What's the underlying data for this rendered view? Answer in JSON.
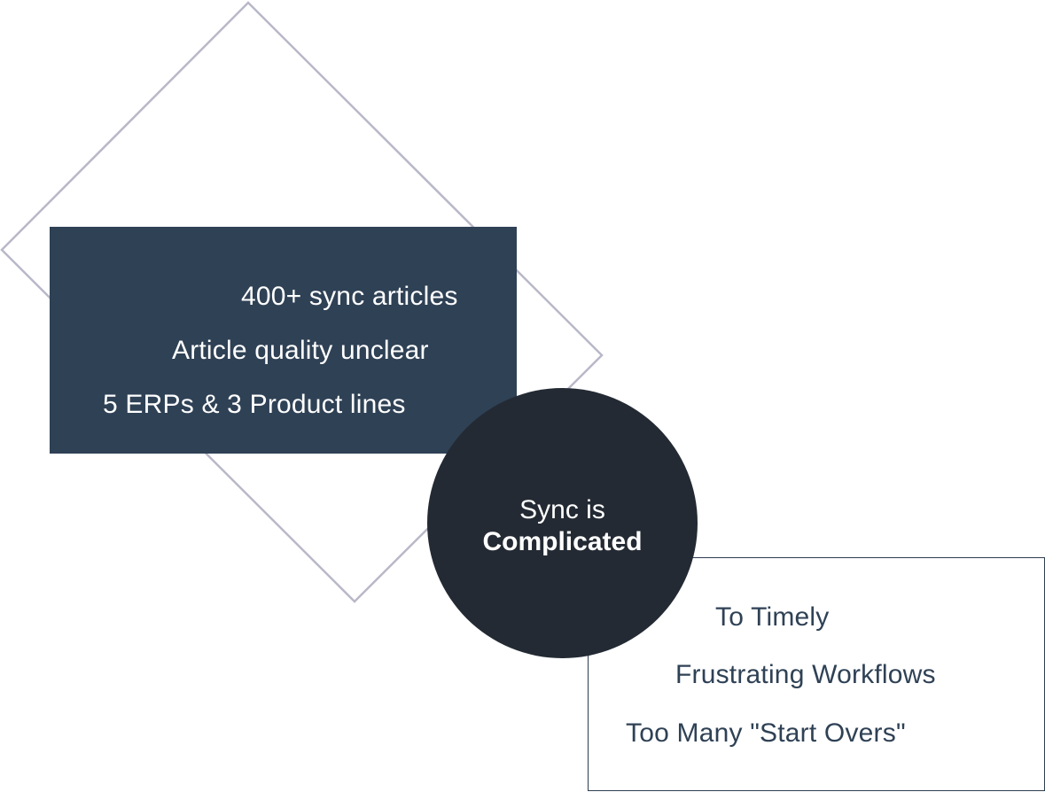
{
  "colors": {
    "diamond_stroke": "#b9b8c8",
    "dark_box_fill": "#2f4155",
    "circle_fill": "#232a33",
    "light_box_border": "#2f3e50",
    "light_text": "#2f4155"
  },
  "problems_box": {
    "items": [
      "400+ sync articles",
      "Article quality unclear",
      "5 ERPs & 3 Product lines"
    ]
  },
  "center": {
    "line1": "Sync is",
    "line2": "Complicated"
  },
  "pain_box": {
    "items": [
      "To Timely",
      "Frustrating Workflows",
      "Too Many \"Start Overs\""
    ]
  }
}
